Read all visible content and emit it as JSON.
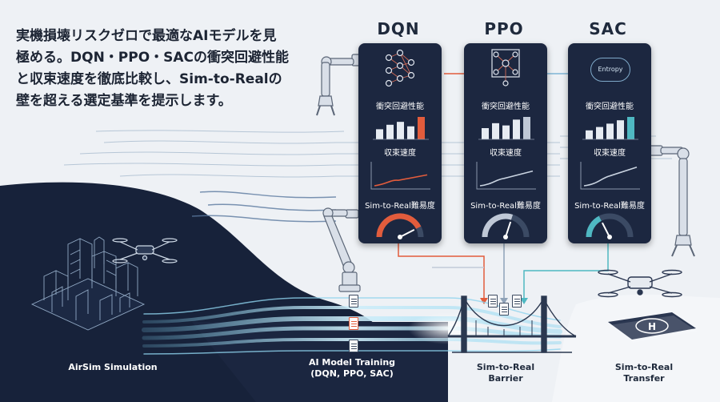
{
  "headline": {
    "line1": "実機損壊リスクゼロで最適なAIモデルを見",
    "line2": "極める。DQN・PPO・SACの衝突回避性能",
    "line3": "と収束速度を徹底比較し、Sim-to-Realの",
    "line4": "壁を超える選定基準を提示します。"
  },
  "algorithms": [
    {
      "name": "DQN",
      "icon": "neural-network-icon",
      "metric1_label": "衝突回避性能",
      "collision_bars": [
        0.45,
        0.65,
        0.78,
        0.58,
        1.0
      ],
      "metric2_label": "収束速度",
      "convergence_rise": 0.55,
      "metric3_label": "Sim-to-Real難易度",
      "difficulty": 0.85,
      "accent": "#e25c3c"
    },
    {
      "name": "PPO",
      "icon": "policy-network-icon",
      "metric1_label": "衝突回避性能",
      "collision_bars": [
        0.5,
        0.72,
        0.62,
        0.88,
        1.0
      ],
      "metric2_label": "収束速度",
      "convergence_rise": 0.7,
      "metric3_label": "Sim-to-Real難易度",
      "difficulty": 0.6,
      "accent": "#bfc8d6"
    },
    {
      "name": "SAC",
      "icon": "entropy-icon",
      "badge": "Entropy",
      "metric1_label": "衝突回避性能",
      "collision_bars": [
        0.4,
        0.55,
        0.7,
        0.85,
        1.0
      ],
      "metric2_label": "収束速度",
      "convergence_rise": 0.85,
      "metric3_label": "Sim-to-Real難易度",
      "difficulty": 0.35,
      "accent": "#4fb8c2"
    }
  ],
  "stages": {
    "sim": "AirSim Simulation",
    "train_line1": "AI Model Training",
    "train_line2": "(DQN, PPO, SAC)",
    "barrier_line1": "Sim-to-Real",
    "barrier_line2": "Barrier",
    "transfer_line1": "Sim-to-Real",
    "transfer_line2": "Transfer"
  },
  "colors": {
    "navy": "#17223a",
    "card": "#1c2740",
    "dqn_accent": "#e25c3c",
    "sac_accent": "#4fb8c2",
    "flow_light": "#bfe4f2"
  }
}
